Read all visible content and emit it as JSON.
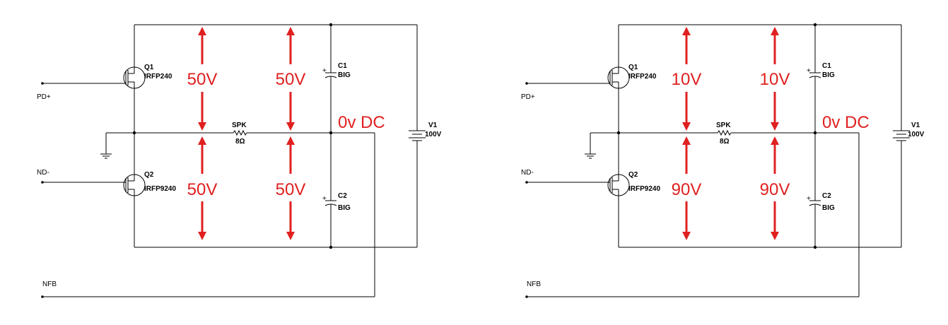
{
  "colors": {
    "wire": "#000000",
    "annotation": "#e02020"
  },
  "circuits": [
    {
      "q1": {
        "ref": "Q1",
        "part": "IRFP240"
      },
      "q2": {
        "ref": "Q2",
        "part": "IRFP9240"
      },
      "c1": {
        "ref": "C1",
        "value": "BIG"
      },
      "c2": {
        "ref": "C2",
        "value": "BIG"
      },
      "spk": {
        "ref": "SPK",
        "value": "8Ω"
      },
      "v1": {
        "ref": "V1",
        "value": "100V"
      },
      "pins": {
        "pd": "PD+",
        "nd": "ND-",
        "nfb": "NFB"
      },
      "dc_label": "0v DC",
      "upper_voltage_left": "50V",
      "upper_voltage_right": "50V",
      "lower_voltage_left": "50V",
      "lower_voltage_right": "50V"
    },
    {
      "q1": {
        "ref": "Q1",
        "part": "IRFP240"
      },
      "q2": {
        "ref": "Q2",
        "part": "IRFP9240"
      },
      "c1": {
        "ref": "C1",
        "value": "BIG"
      },
      "c2": {
        "ref": "C2",
        "value": "BIG"
      },
      "spk": {
        "ref": "SPK",
        "value": "8Ω"
      },
      "v1": {
        "ref": "V1",
        "value": "100V"
      },
      "pins": {
        "pd": "PD+",
        "nd": "ND-",
        "nfb": "NFB"
      },
      "dc_label": "0v DC",
      "upper_voltage_left": "10V",
      "upper_voltage_right": "10V",
      "lower_voltage_left": "90V",
      "lower_voltage_right": "90V"
    }
  ]
}
